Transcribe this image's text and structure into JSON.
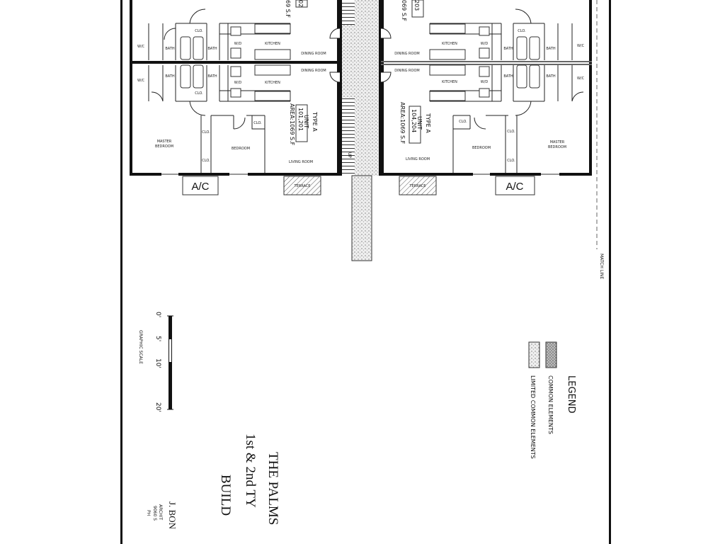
{
  "rooms_left_upper": {
    "wc": "W/C",
    "bath1": "BATH",
    "bath2": "BATH",
    "wd": "W/D",
    "kitchen": "KITCHEN",
    "dining": "DINING ROOM",
    "clo": "CLO."
  },
  "rooms_left_lower": {
    "wc": "W/C",
    "bath1": "BATH",
    "bath2": "BATH",
    "wd": "W/D",
    "kitchen": "KITCHEN",
    "dining": "DINING ROOM",
    "master": "MASTER",
    "master2": "BEDROOM",
    "bedroom": "BEDROOM",
    "living": "LIVING ROOM",
    "clo1": "CLO.",
    "clo2": "CLO.",
    "clo3": "CLO.",
    "clo4": "CLO.",
    "terrace": "TERRACE",
    "ac": "A/C"
  },
  "rooms_right_upper": {
    "wc": "W/C",
    "bath1": "BATH",
    "bath2": "BATH",
    "wd": "W/D",
    "kitchen": "KITCHEN",
    "dining": "DINING ROOM",
    "clo": "CLO."
  },
  "rooms_right_lower": {
    "wc": "W/C",
    "bath1": "BATH",
    "bath2": "BATH",
    "wd": "W/D",
    "kitchen": "KITCHEN",
    "dining": "DINING ROOM",
    "master": "MASTER",
    "master2": "BEDROOM",
    "bedroom": "BEDROOM",
    "living": "LIVING ROOM",
    "clo1": "CLO.",
    "clo2": "CLO.",
    "clo3": "CLO.",
    "terrace": "TERRACE",
    "ac": "A/C"
  },
  "units": {
    "left_top_partial": {
      "unit": "02",
      "area": "69 S.F"
    },
    "right_top_partial": {
      "unit": "203",
      "area": "069 S.F"
    },
    "left": {
      "type": "TYPE A",
      "unit": "UNIT",
      "number": "101,201",
      "area": "AREA:1069 S.F"
    },
    "right": {
      "type": "TYPE A",
      "unit": "UNIT",
      "number": "104,204",
      "area": "AREA:1069 S.F"
    }
  },
  "stair_label": "UP",
  "match_line": "MATCH LINE",
  "legend": {
    "title": "LEGEND",
    "items": [
      {
        "label": "COMMON ELEMENTS",
        "pattern": "dense-dots",
        "color": "#9a9a9a"
      },
      {
        "label": "LIMITED COMMON ELEMENTS",
        "pattern": "light-dots",
        "color": "#d0d0d0"
      }
    ]
  },
  "scale": {
    "title": "GRAPHIC SCALE",
    "ticks": [
      "0'",
      "5'",
      "10'",
      "20'"
    ]
  },
  "title_block": {
    "line1": "THE PALMS",
    "line2": "1st & 2nd TY",
    "line3": "BUILD",
    "architect": "J. BON",
    "sub1": "ARCHIT",
    "sub2": "9060 S",
    "sub3": "PH"
  }
}
